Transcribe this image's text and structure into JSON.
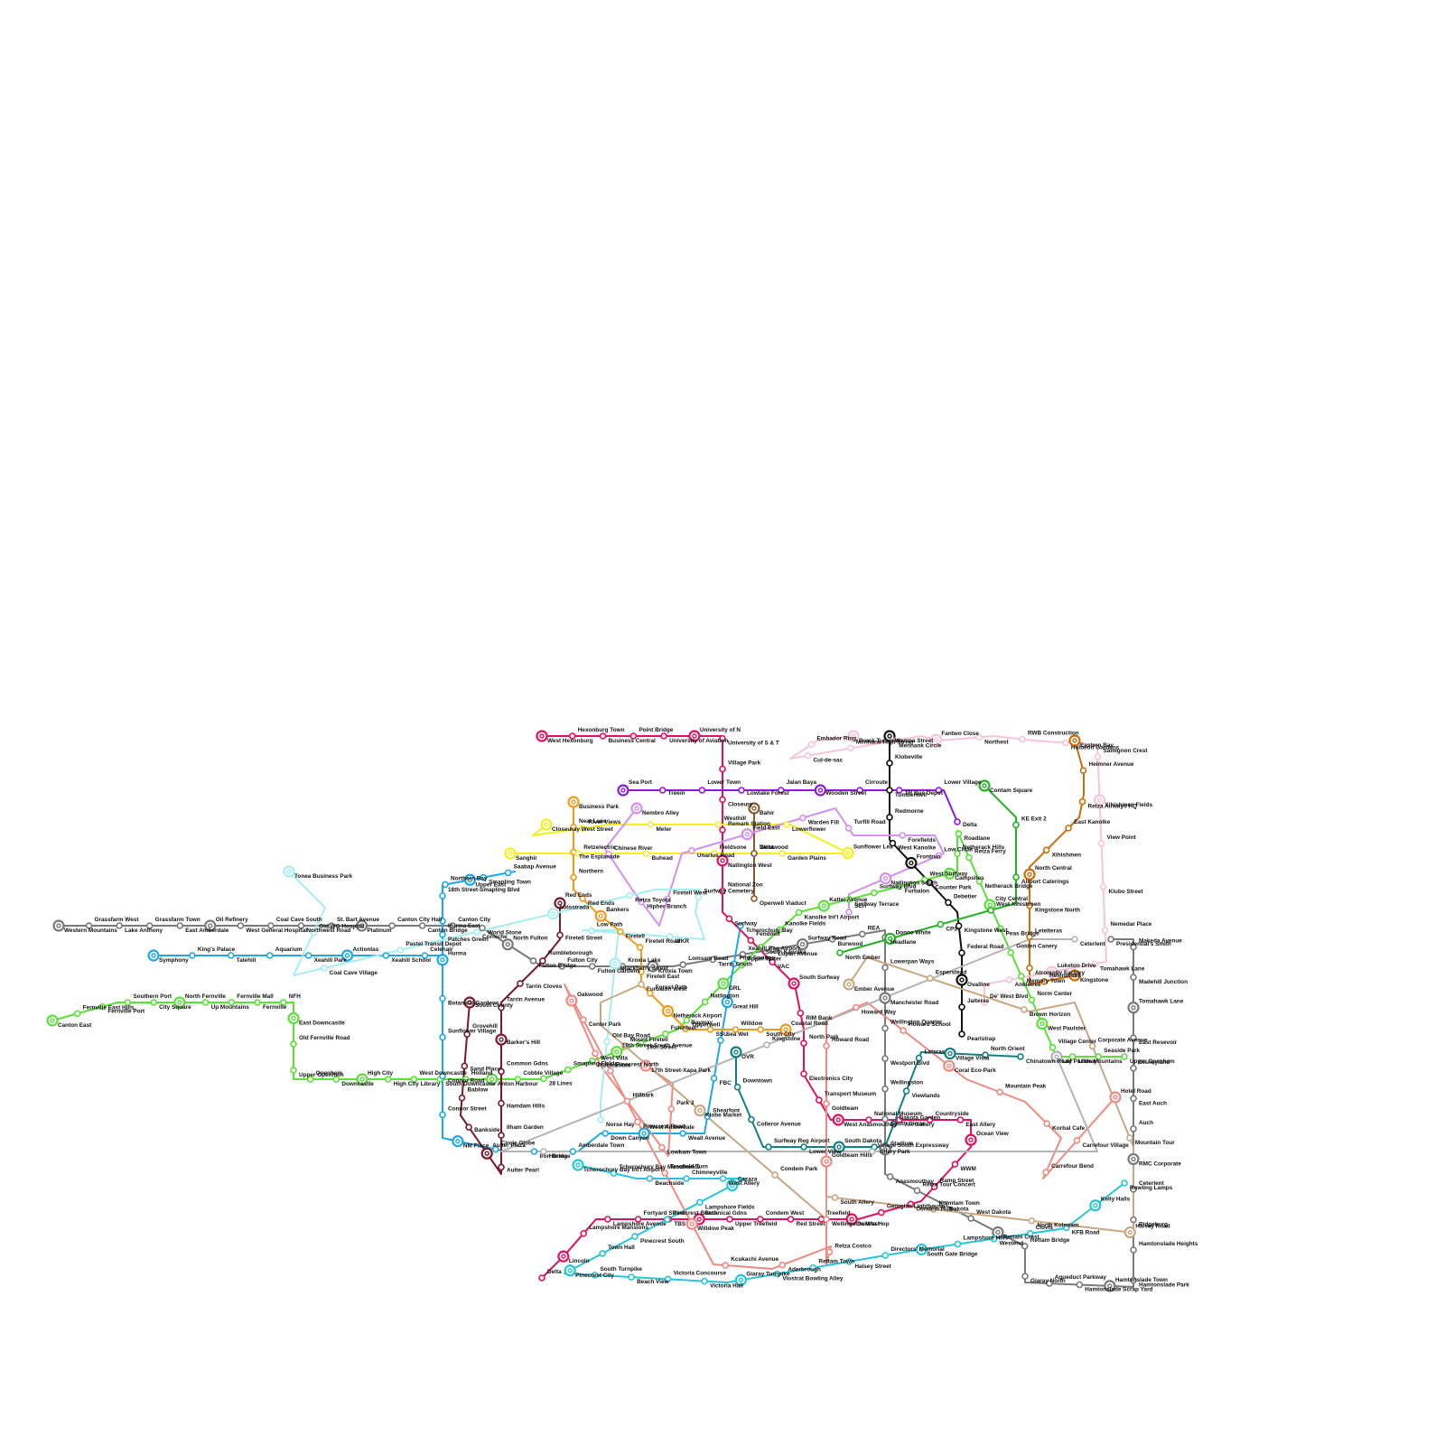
{
  "map": {
    "lines": [
      {
        "id": "magenta",
        "color": "#e0115f"
      },
      {
        "id": "pink",
        "color": "#f58fb0"
      },
      {
        "id": "light-pink",
        "color": "#f9c5d6"
      },
      {
        "id": "salmon",
        "color": "#f08a80"
      },
      {
        "id": "cyan",
        "color": "#26c6da"
      },
      {
        "id": "light-cyan",
        "color": "#a6eef2"
      },
      {
        "id": "sky-blue",
        "color": "#1fa8e8"
      },
      {
        "id": "teal",
        "color": "#128080"
      },
      {
        "id": "lime",
        "color": "#5be03a"
      },
      {
        "id": "green",
        "color": "#23b223"
      },
      {
        "id": "dark-green",
        "color": "#138c13"
      },
      {
        "id": "yellow",
        "color": "#f2f21a"
      },
      {
        "id": "light-yellow",
        "color": "#f7f59b"
      },
      {
        "id": "orange",
        "color": "#f29a19"
      },
      {
        "id": "dark-orange",
        "color": "#cc6e0a"
      },
      {
        "id": "purple",
        "color": "#8e1ad6"
      },
      {
        "id": "lavender",
        "color": "#d38ff2"
      },
      {
        "id": "brown",
        "color": "#8a5a2b"
      },
      {
        "id": "tan",
        "color": "#c8a882"
      },
      {
        "id": "maroon",
        "color": "#7a1a2a"
      },
      {
        "id": "grey",
        "color": "#7a7a7a"
      },
      {
        "id": "light-grey",
        "color": "#b4b4b4"
      },
      {
        "id": "black",
        "color": "#111111"
      }
    ],
    "station_groups": [
      {
        "line": "grey",
        "stations": [
          "Western Mountains",
          "Grassfarm West",
          "Lake Anthony",
          "Grassfarm Town",
          "East Amberdale",
          "Oil Refinery",
          "West General Hospital",
          "Coal Cave South",
          "Northwest Road",
          "St. Bart Avenue",
          "Platinum",
          "Canton City Hall",
          "Canton Bridge",
          "Canton City",
          "World Stone",
          "North Fulton",
          "Fulton Bridge",
          "Fulton City",
          "Fulton Gardens",
          "Kroxia Lake",
          "Kroxia Town",
          "Lomsam Road",
          "Tarrin South",
          "Xeahill Reg Airport",
          "Lopan Avenue",
          "Surfway Road",
          "Burwood",
          "REA",
          "Headlane",
          "Lowerpan Ways",
          "Manchester Road",
          "Wellington Quarter",
          "Westport Blvd",
          "Wellingston",
          "South Circle",
          "Stadium",
          "Anasmouthay",
          "Retza Tour Concert",
          "Dakota",
          "West Dakota",
          "Rettam Crest",
          "Rettam Bridge",
          "Giaray North",
          "Aqueduct Parkway",
          "Hamtonslade Scrap Yard",
          "Hamtonslade Town",
          "Hamtonslade Park",
          "Hamtonslade Heights",
          "Ridgeburg",
          "Ceterlent",
          "RMC Corporate",
          "Auch",
          "East Auch",
          "Disneyland",
          "East Resevoir",
          "Tomahawk Lane",
          "Madehill Junction",
          "Makeda Avenue",
          "Presidential's Smith"
        ]
      },
      {
        "line": "lime",
        "stations": [
          "Canton East",
          "Fernville East Hills",
          "Fernville Port",
          "Southern Port",
          "City Square",
          "North Fernville",
          "Up Mountains",
          "Fernville Mall",
          "Fernville",
          "NFH",
          "East Downcastle",
          "Old Fernville Road",
          "Upper Openhem",
          "Openhem",
          "Downcastle",
          "High City",
          "High City Library",
          "West Downcastle",
          "South Downcastle",
          "Holland",
          "Anton Harbour",
          "Cobble Village",
          "28 Lines",
          "Smapling Fields",
          "Plonkamton",
          "10th Street-South Avenue",
          "19th Street",
          "Fulenteer",
          "Opperwell",
          "Natlington",
          "GRL",
          "Upper Water",
          "South Kanolke",
          "Kanolke Fields",
          "Kanolke Int'l Airport",
          "Kattel Avenue",
          "Surfway Terrace",
          "Surfway Blvd",
          "Furbalon",
          "West Surfway",
          "Campsites",
          "Netherack Hills",
          "Roadlane",
          "Retza Ferry",
          "Netherack Bridge",
          "City Central",
          "Peas Bridge",
          "Golden Canery",
          "Memory Town",
          "Norm Center",
          "West Paulster",
          "Village Center",
          "Little Mountains",
          "Seaside Park",
          "Upper Openhem"
        ]
      },
      {
        "line": "sky-blue",
        "stations": [
          "Symphony",
          "King's Palace",
          "Talehill",
          "Aquarium",
          "Xeahill Park",
          "Actionlas",
          "Xeahill School",
          "Celehair",
          "Patches Green",
          "18th Street-Smapling Blvd",
          "Upper East",
          "Saabap Avenue",
          "Smapling Town",
          "Northern Bay",
          "Hurma East",
          "Hurma",
          "Botanical Gardens",
          "Sunflower Village",
          "Connor Road",
          "Connor Street",
          "NM Place",
          "Circle Globe",
          "Iron Bridge",
          "Amberdale Town",
          "Down Canyon",
          "West Amberdale",
          "Weall Avenue",
          "Shearfont",
          "FBC",
          "Sea Wet",
          "Great Hill",
          "Pink Springs",
          "Tcherochury Bay"
        ]
      },
      {
        "line": "magenta",
        "stations": [
          "West Hexonburg",
          "Hexonburg Town",
          "Business Central",
          "Point Bridge",
          "University of Aviation",
          "University of N",
          "University of S & T",
          "Village Park",
          "Closeury",
          "Remark Station",
          "Natlington West",
          "National Zoo",
          "Surfway",
          "Fendmill",
          "VAC",
          "South Surfway",
          "RIM Bank",
          "North Park",
          "Electronics City",
          "Transport Museum",
          "West Anasmouthay",
          "National Museum",
          "Art Gallery",
          "Countryside",
          "East Allery",
          "Ocean View",
          "WWM",
          "Ramp Street",
          "Condem Hub",
          "Georgian Lighthouse",
          "Dakota Hop",
          "Treefield",
          "Red Street",
          "Condem West",
          "Upper Treefield",
          "Botanical Gdns",
          "TBS",
          "Fortyard Street",
          "Lampshore Avenue",
          "Lampshore Mansions",
          "Lincoln",
          "Delta"
        ]
      },
      {
        "line": "purple",
        "stations": [
          "Sea Port",
          "Treein",
          "Lower Town",
          "Lowlake Forest",
          "Jalan Baya",
          "Wooden Street",
          "Cirroute",
          "TR Bus Depot",
          "Lower Village",
          "Delta"
        ]
      },
      {
        "line": "orange",
        "stations": [
          "Business Park",
          "Neat Lane",
          "The Esplanade",
          "Northern",
          "Red Ends",
          "Bankers",
          "Firetell",
          "Firetell Road",
          "Firetell East",
          "Forest Path",
          "Netherack Airport",
          "Bayway",
          "SSU",
          "Willdow",
          "South City",
          "Coastal Road"
        ]
      },
      {
        "line": "yellow",
        "stations": [
          "Closeuray West Street",
          "River Views",
          "Meter",
          "Westhill",
          "Lowerflower",
          "Sunflower Lea",
          "Garden Plains",
          "Fieldsone",
          "Buhead",
          "Retzelectric",
          "Sanghir"
        ]
      },
      {
        "line": "teal",
        "stations": [
          "OVR",
          "Downtown",
          "Colleror Avenue",
          "Surfway Reg Airport",
          "Lower View",
          "South Dakota",
          "Allery Park",
          "Dakota Garden",
          "Viewlands",
          "Lateras",
          "Village Vista",
          "North Orient",
          "Chinatown Road"
        ]
      },
      {
        "line": "cyan",
        "stations": [
          "Tcherochury Bay Int'l Airport",
          "Tcherochury Bay Monuments",
          "Beachside",
          "Chimneyville",
          "West Allery",
          "Cazaza",
          "Lampshore Fields",
          "Pinecrest Beach",
          "Pinecrest South",
          "Town Hall",
          "Pinecrest City",
          "South Turnpike",
          "Beach View",
          "Victoria Concourse",
          "Victoria Hall",
          "Giaray Turnpike",
          "Viostrat Bowling Alley",
          "Rettam Town",
          "Halsey Street",
          "Directors' Memorial",
          "South Gate Bridge",
          "Lampshore Hills",
          "Westend",
          "Clovis",
          "KFB Road",
          "Kelly Halls",
          "Rowling Lamps"
        ]
      },
      {
        "line": "salmon",
        "stations": [
          "17th Street-Xapa Park",
          "Park 3",
          "Lowkam Town",
          "Hillbark",
          "West Villa",
          "Oakwood",
          "Center Park",
          "Pinecrest North",
          "Pinecrest Road",
          "Treefield Turn",
          "Willdow Peak",
          "Kcukachi Avenue",
          "Aderbrough",
          "Retza Costco",
          "Wellingston West",
          "Goldteam Hills",
          "Goldteam",
          "Howard Road",
          "Howard Way",
          "Howard School",
          "Coral Eco-Park",
          "Mountain Peak",
          "Korbal Cafe",
          "Carrefour Bend",
          "Carrefour Village",
          "Hotel Road"
        ]
      },
      {
        "line": "maroon",
        "stations": [
          "Red Ends",
          "Firetell Street",
          "Rumbleborough",
          "Tarrin Cloves",
          "Tarrin Avenue",
          "Barker's Hill",
          "Common Gdns",
          "Hamdam Hills",
          "Ilham Garden",
          "Aulter Pearl",
          "Aulter Plaza",
          "Bankside",
          "Bablow",
          "Sand Place",
          "Grovehill",
          "South County"
        ]
      },
      {
        "line": "black",
        "stations": [
          "Wampa Street",
          "Klobeville",
          "Tumberwell",
          "Redmorne",
          "West Kanolke",
          "Frontrun",
          "Counter Park",
          "Debetier",
          "Kingstone West",
          "Federal Road",
          "Ovalline",
          "Jalteras",
          "Pearlstrap"
        ]
      },
      {
        "line": "dark-orange",
        "stations": [
          "Eastern Bay",
          "Heimner Avenue",
          "Retza Airways HQ",
          "East Kanolke",
          "Xihishmen",
          "North Central",
          "Kingstone North",
          "Letelteras",
          "Atromotiv Factory",
          "Helenbrook",
          "Kingstone"
        ]
      },
      {
        "line": "green",
        "stations": [
          "Contam Square",
          "KE Exit 2",
          "Airport Caterings",
          "West Xihishmen",
          "CPS",
          "Donne White",
          "North Ember"
        ]
      },
      {
        "line": "brown",
        "stations": [
          "Bahir",
          "Westwood",
          "Operwell Viaduct",
          "Delta"
        ]
      },
      {
        "line": "light-pink",
        "stations": [
          "Prosk Turnpike",
          "Embador Ring",
          "Cul-de-sac",
          "Menhank High Street",
          "Menhank Circle",
          "Fantwo Close",
          "Northest",
          "RWB Construction",
          "Hulbeon Gardens",
          "Samignon Crest",
          "Xihishmen Fields",
          "View Point",
          "Klubo Street",
          "Nemedar Place",
          "Tomahawk Lane",
          "Luketon Drive",
          "Ankletree",
          "De' West Blvd"
        ]
      },
      {
        "line": "lavender",
        "stations": [
          "Nembro Alley",
          "Chinese River",
          "Hipher Branch",
          "Firetell West",
          "Unarius Road",
          "Field East",
          "Warden Fill",
          "Turfill Road",
          "Forefields",
          "Low Cloak",
          "Natlington South",
          "SEH"
        ]
      },
      {
        "line": "light-cyan",
        "stations": [
          "Tonea Business Park",
          "Old WG Hospital",
          "Coal Cave Village",
          "Pastel Transit Depot",
          "Corniche",
          "Autostrada",
          "Retza Toyota",
          "Surfway Cemetery",
          "WKR",
          "Low Path",
          "Blackberry Street",
          "Old Bay Road",
          "Norse Hay"
        ]
      },
      {
        "line": "tan",
        "stations": [
          "Ember Avenue",
          "Esperstead",
          "Brown Horizon",
          "Corporate Avenue",
          "Mountain Tour",
          "Halsey Road",
          "North Kolmtam",
          "Kolmtam Town",
          "South Allery",
          "Condem Park",
          "Klobe Market",
          "Mount Firetell",
          "Furbalon West"
        ]
      },
      {
        "line": "light-grey",
        "stations": [
          "Lily Parkway",
          "Village South Expressway",
          "Hurma",
          "Kingstone",
          "Ceterlent"
        ]
      }
    ]
  }
}
